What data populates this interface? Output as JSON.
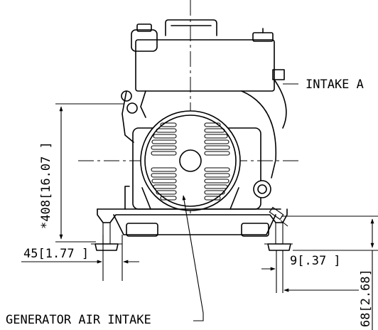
{
  "labels": {
    "intake_air": "INTAKE A",
    "generator_air_intake": "GENERATOR AIR INTAKE",
    "height": "*408[16.07 ]",
    "left_offset": "45[1.77 ]",
    "right_offset": "9[.37 ]",
    "base_height": "68[2.68]"
  },
  "colors": {
    "line": "#000000",
    "background": "#ffffff"
  },
  "icons": {
    "leader_arrow": "arrow-icon"
  }
}
